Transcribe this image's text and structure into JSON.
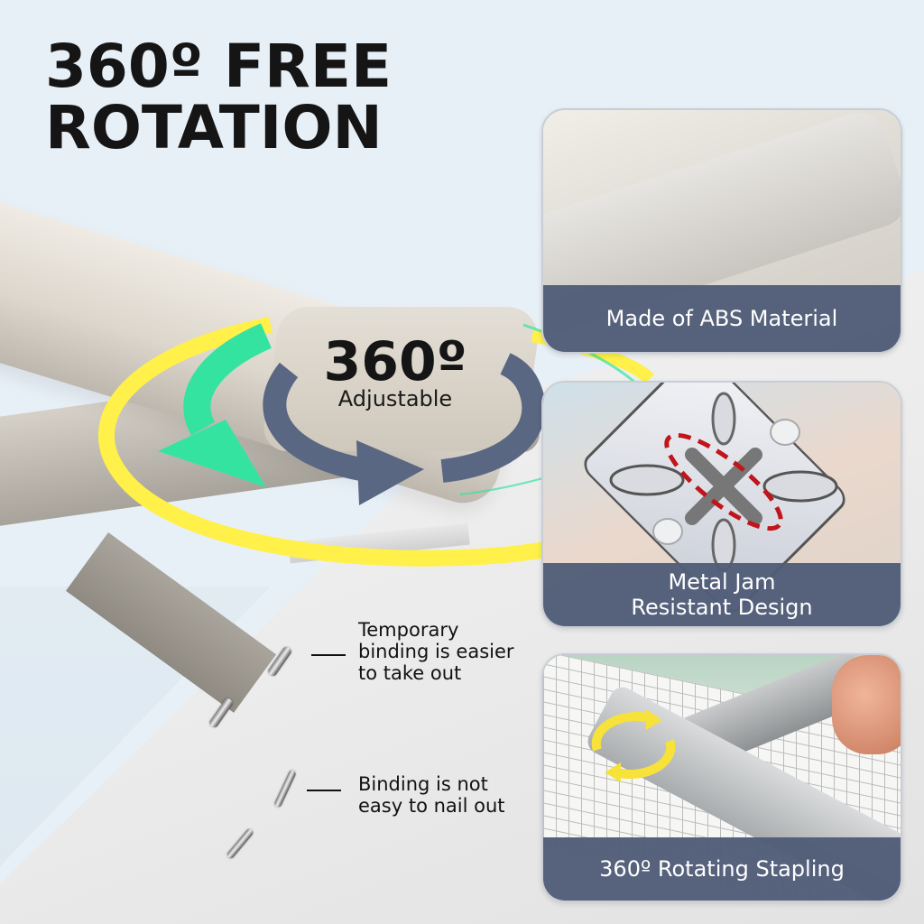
{
  "headline": {
    "line1": "360º FREE",
    "line2": "ROTATION"
  },
  "center_badge": {
    "value": "360º",
    "label": "Adjustable"
  },
  "staple_notes": [
    {
      "line1": "Temporary",
      "line2": "binding is easier",
      "line3": "to take out"
    },
    {
      "line1": "Binding is not",
      "line2": "easy to nail out"
    }
  ],
  "panels": [
    {
      "caption_line1": "Made of ABS Material",
      "caption_line2": ""
    },
    {
      "caption_line1": "Metal Jam",
      "caption_line2": "Resistant Design"
    },
    {
      "caption_line1": "360º Rotating Stapling",
      "caption_line2": ""
    }
  ],
  "colors": {
    "background": "#e8f0f7",
    "caption_bar": "#505d78",
    "arrow_green": "#35e3a0",
    "arrow_navy": "#5a6782",
    "ring_yellow": "#fff04a",
    "jam_outline_red": "#c0151a"
  }
}
